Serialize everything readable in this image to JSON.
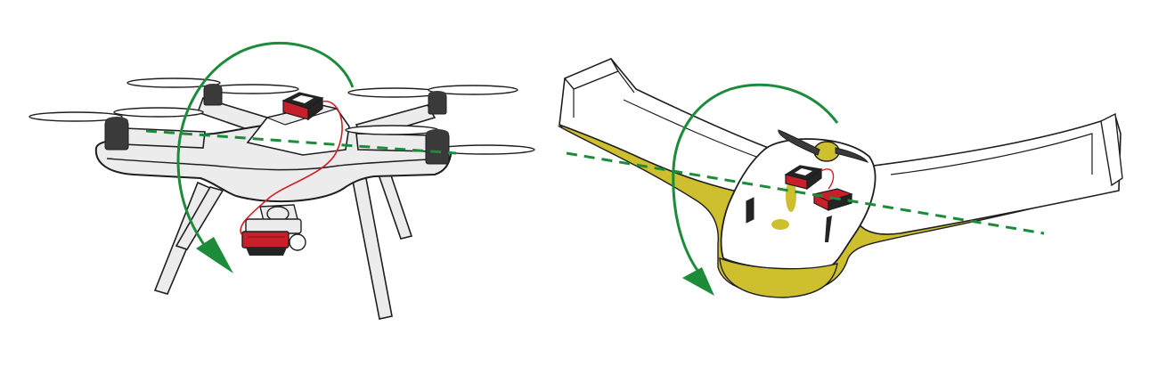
{
  "colors": {
    "background": "#ffffff",
    "outline": "#1e1e1e",
    "body_fill": "#ececec",
    "wing_fill": "#ffffff",
    "wing_trim": "#cdbf2e",
    "motor_fill": "#3a3a3a",
    "sensor_black": "#242424",
    "sensor_red": "#c8202a",
    "cable_red": "#d41e24",
    "rotation_arrow": "#1d8c3a",
    "axis_line": "#1d8c3a"
  },
  "figures": [
    {
      "kind": "quadcopter",
      "rotation_arrow_icon": "curved-arrow-icon",
      "axis_style": "dashed"
    },
    {
      "kind": "fixed-wing",
      "rotation_arrow_icon": "curved-arrow-icon",
      "axis_style": "dashed"
    }
  ]
}
